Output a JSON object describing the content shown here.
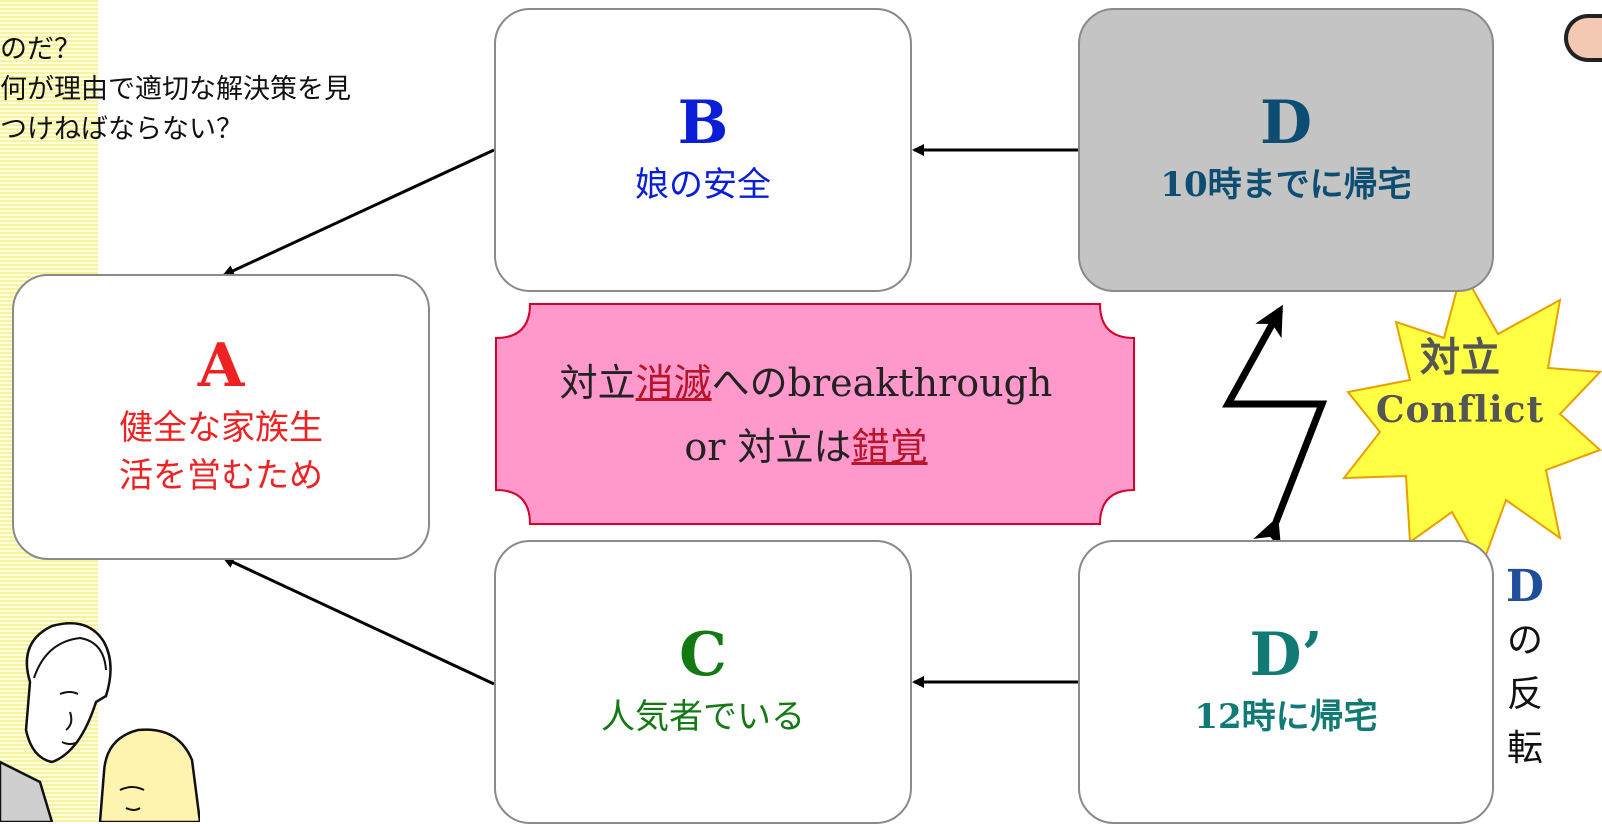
{
  "top_text": [
    "のだ？",
    "何が理由で適切な解決策を見",
    "つけねばならない？"
  ],
  "box_a": {
    "letter": "A",
    "text_line1": "健全な家族生",
    "text_line2": "活を営むため"
  },
  "box_b": {
    "letter": "B",
    "text": "娘の安全"
  },
  "box_c": {
    "letter": "C",
    "text": "人気者でいる"
  },
  "box_d": {
    "letter": "D",
    "num": "10",
    "text": "時までに帰宅"
  },
  "box_dp": {
    "letter": "D’",
    "num": "12",
    "text": "時に帰宅"
  },
  "center": {
    "l1_a": "対立",
    "l1_b": "消滅",
    "l1_c": "への",
    "l1_d": "breakthrough",
    "l2_a": "or",
    "l2_b": "対立は",
    "l2_c": "錯覚"
  },
  "conflict": {
    "jp": "対立",
    "en": "Conflict"
  },
  "side_vertical": {
    "letter": "D",
    "chars": [
      "の",
      "反",
      "転"
    ]
  },
  "colors": {
    "plaque_fill": "#ff99cc",
    "plaque_border": "#d6002a",
    "box_d_fill": "#c4c4c4",
    "burst_fill": "#ffff44",
    "burst_border": "#e8a000"
  }
}
